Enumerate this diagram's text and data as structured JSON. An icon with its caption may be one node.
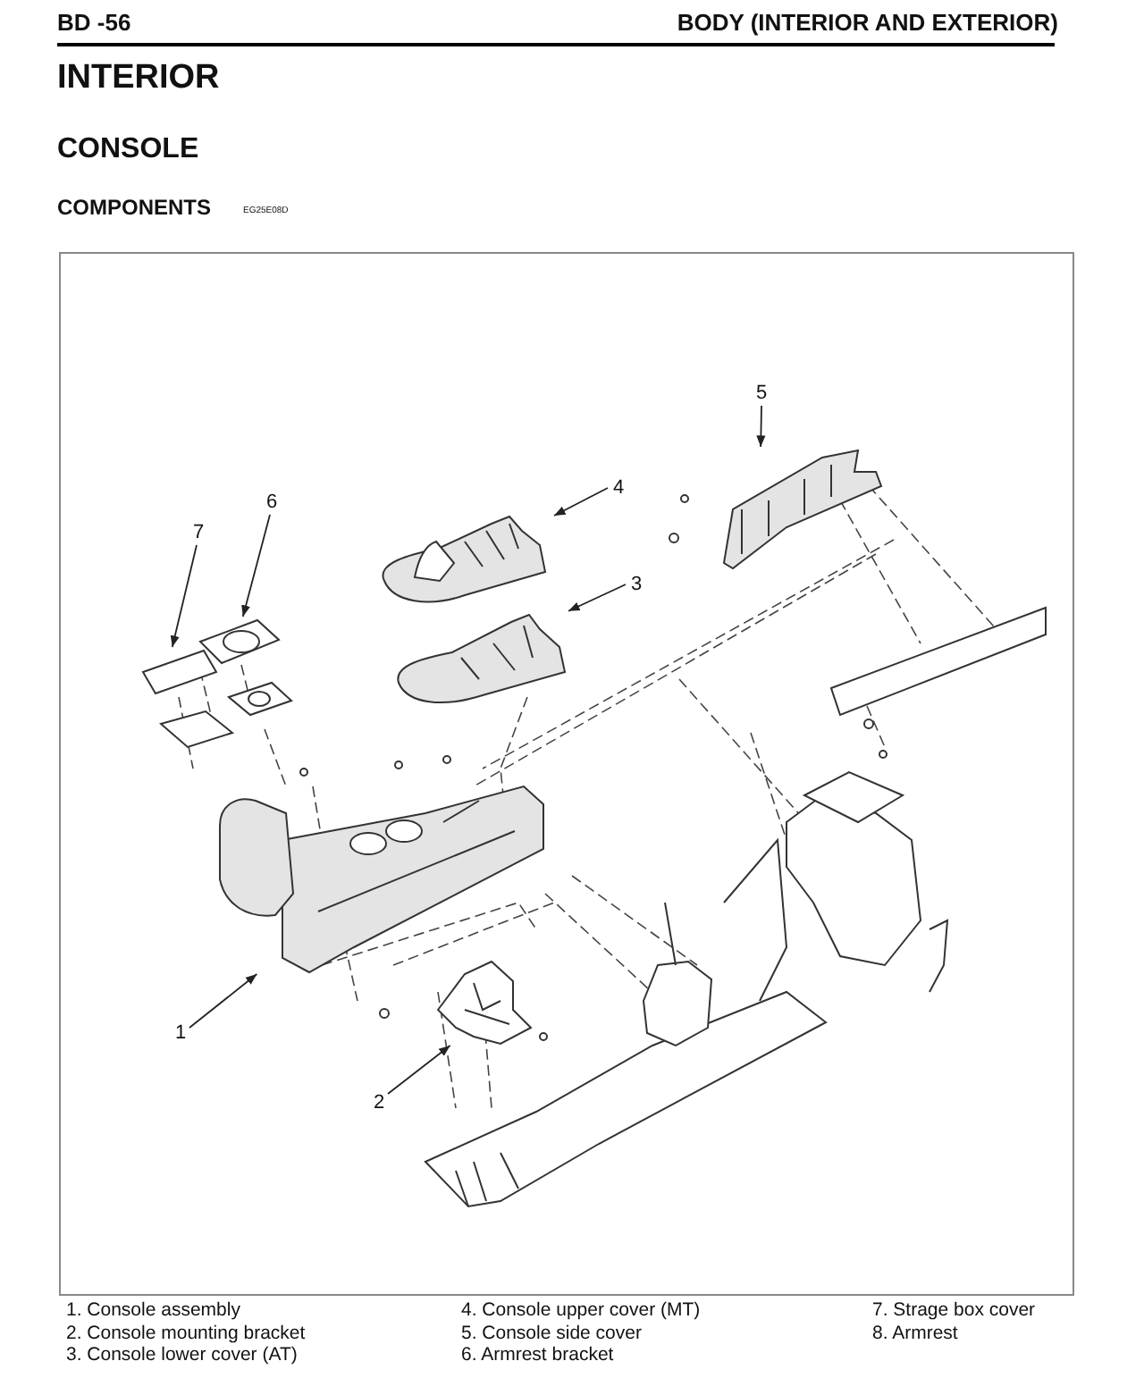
{
  "diagram": {
    "nodes": [
      {
        "text": [
          "1"
        ]
      },
      {
        "text": [
          "2"
        ]
      },
      {
        "text": [
          "3"
        ]
      },
      {
        "text": [
          "4"
        ]
      },
      {
        "text": [
          "5"
        ]
      },
      {
        "text": [
          "6"
        ]
      },
      {
        "text": [
          "7"
        ]
      },
      {
        "text": [],
        "shape": "picture"
      },
      {
        "text": [],
        "shape": "picture"
      },
      {
        "text": [],
        "shape": "picture"
      },
      {
        "text": [],
        "shape": "picture"
      },
      {
        "text": [],
        "shape": "picture"
      },
      {
        "text": [],
        "shape": "picture"
      },
      {
        "text": [],
        "shape": "picture"
      }
    ],
    "edges": [
      {
        "from": 0,
        "to": 7,
        "arrow": "to"
      },
      {
        "from": 1,
        "to": 8,
        "arrow": "to"
      },
      {
        "from": 2,
        "to": 9,
        "arrow": "to"
      },
      {
        "from": 3,
        "to": 10,
        "arrow": "to"
      },
      {
        "from": 4,
        "to": 11,
        "arrow": "to"
      },
      {
        "from": 5,
        "to": 12,
        "arrow": "to"
      },
      {
        "from": 6,
        "to": 13,
        "arrow": "to"
      }
    ],
    "labels": [
      "BD -56",
      "BODY (INTERIOR AND EXTERIOR)",
      "INTERIOR",
      "CONSOLE",
      "COMPONENTS",
      "EG25E08D",
      "1. Console assembly",
      "4. Console upper cover (MT)",
      "7. Strage box cover",
      "2. Console mounting bracket",
      "5. Console side cover",
      "8. Armrest",
      "3. Console lower cover (AT)",
      "6. Armrest bracket"
    ]
  }
}
